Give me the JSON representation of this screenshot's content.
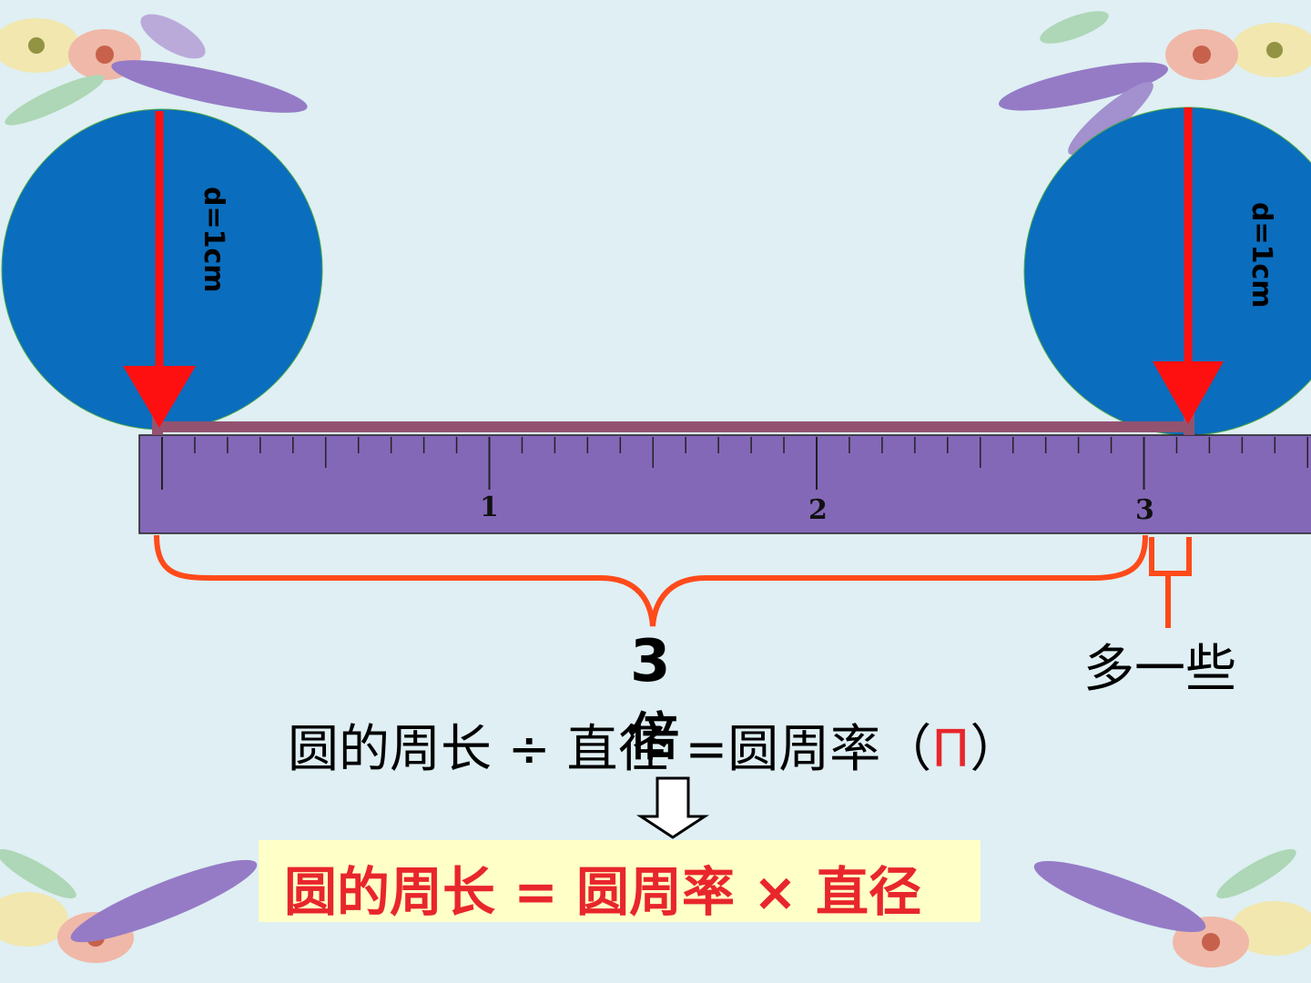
{
  "diagram": {
    "left_circle": {
      "label": "d=1cm",
      "color": "#0b6dbd"
    },
    "right_circle": {
      "label": "d=1cm",
      "color": "#0b6dbd"
    },
    "ruler": {
      "color": "#8468b8",
      "marks": [
        "1",
        "2",
        "3"
      ]
    },
    "brace_label": "3",
    "brace_label_extra": "倍",
    "small_brace_label": "多一些",
    "formula": {
      "left": "圆的周长 ÷ 直径 =圆周率（",
      "pi": "Π",
      "right": "）"
    },
    "result": "圆的周长 = 圆周率 × 直径",
    "colors": {
      "arrow": "#ff1010",
      "brace": "#ff4a1a",
      "line": "#935370",
      "result_text": "#e8262b",
      "result_bg": "#ffffc8"
    }
  }
}
